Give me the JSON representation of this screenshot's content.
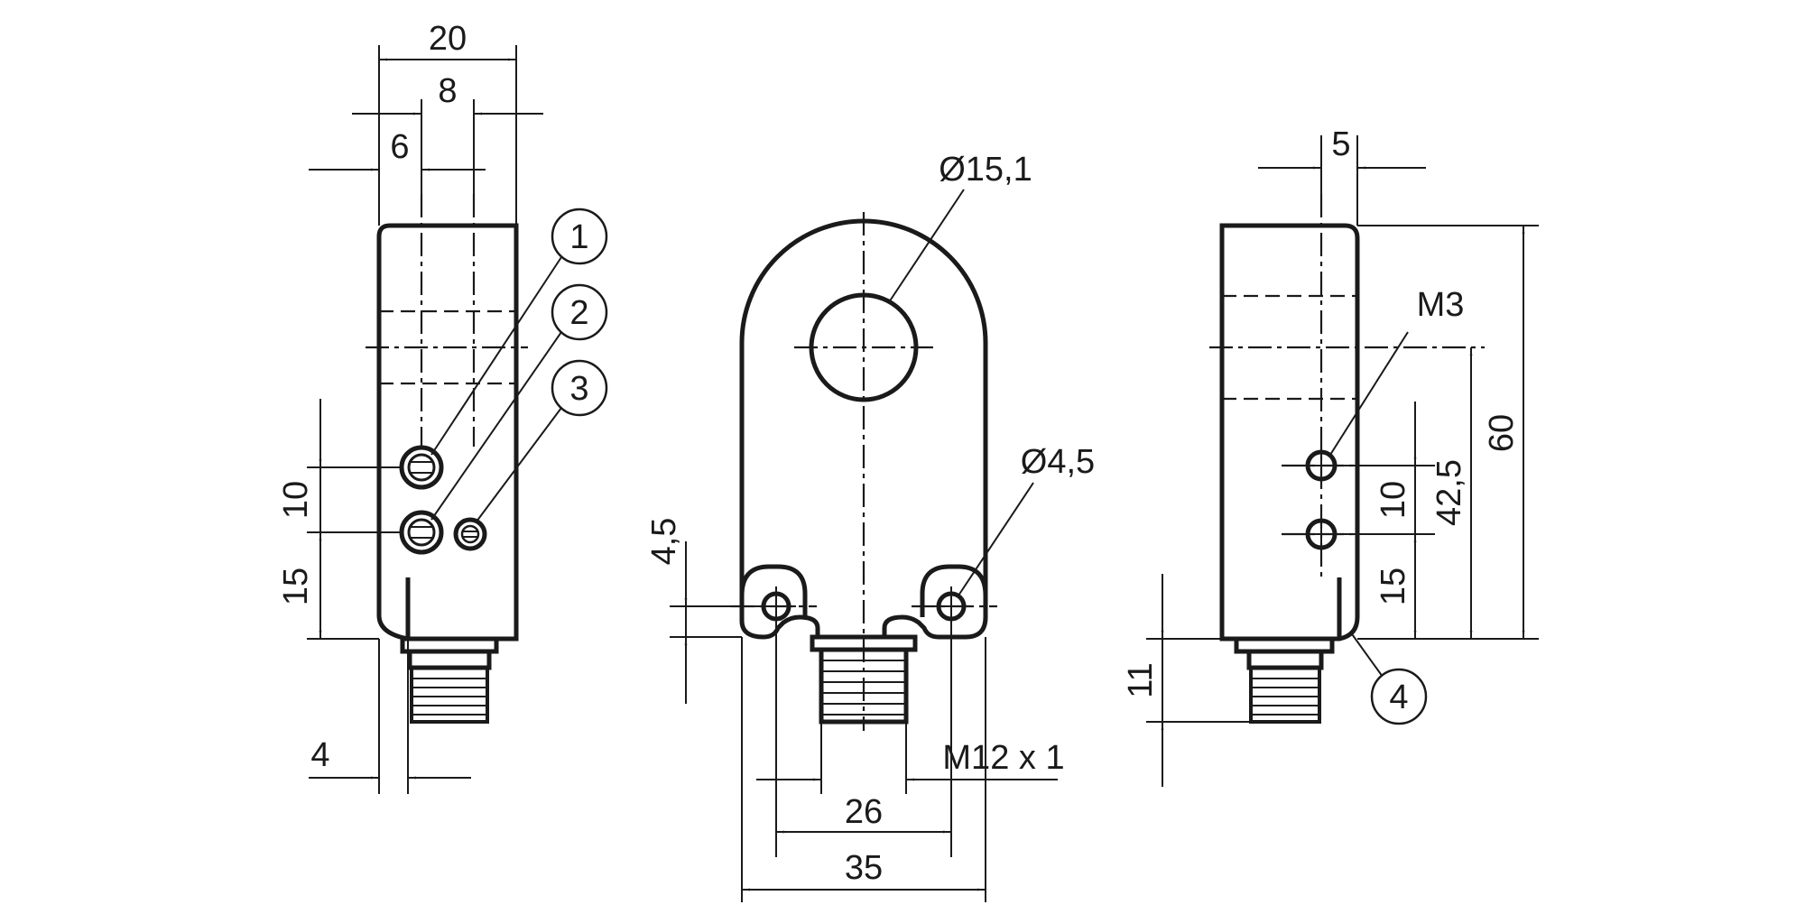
{
  "drawing": {
    "left_view": {
      "dims": {
        "width_total": "20",
        "width_mid": "8",
        "width_left": "6",
        "led_spacing": "10",
        "led_bottom": "15",
        "step": "4"
      },
      "balloons": [
        "1",
        "2",
        "3"
      ]
    },
    "front_view": {
      "dims": {
        "bore": "Ø15,1",
        "hole": "Ø4,5",
        "hole_offset": "4,5",
        "hole_spacing": "26",
        "width": "35",
        "thread": "M12 x 1"
      }
    },
    "right_view": {
      "dims": {
        "offset": "5",
        "screw": "M3",
        "hole_spacing": "10",
        "hole_bottom": "15",
        "center_height": "42,5",
        "height": "60",
        "connector": "11"
      },
      "balloons": [
        "4"
      ]
    }
  }
}
